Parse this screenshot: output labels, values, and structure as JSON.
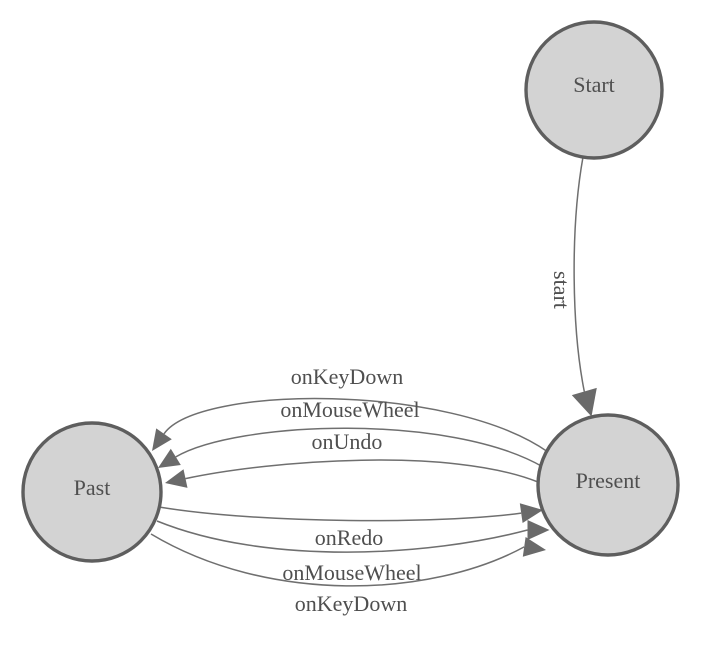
{
  "diagram": {
    "type": "state-machine",
    "background": "#ffffff",
    "colors": {
      "node_fill": "#d3d3d3",
      "node_border": "#5e5e5e",
      "edge": "#6f6f6f",
      "arrow": "#6a6a6a",
      "text": "#4f4f4f"
    },
    "nodes": [
      {
        "id": "start",
        "label": "Start"
      },
      {
        "id": "present",
        "label": "Present"
      },
      {
        "id": "past",
        "label": "Past"
      }
    ],
    "edges": [
      {
        "from": "start",
        "to": "present",
        "label": "start"
      },
      {
        "from": "present",
        "to": "past",
        "label": "onKeyDown"
      },
      {
        "from": "present",
        "to": "past",
        "label": "onMouseWheel"
      },
      {
        "from": "present",
        "to": "past",
        "label": "onUndo"
      },
      {
        "from": "past",
        "to": "present",
        "label": "onRedo"
      },
      {
        "from": "past",
        "to": "present",
        "label": "onMouseWheel"
      },
      {
        "from": "past",
        "to": "present",
        "label": "onKeyDown"
      }
    ]
  }
}
